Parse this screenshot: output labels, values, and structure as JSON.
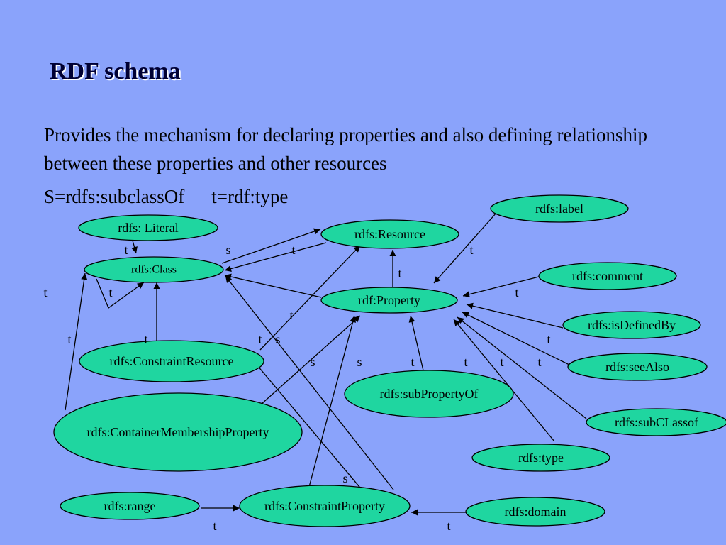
{
  "slide": {
    "title": "RDF schema",
    "body": "Provides the mechanism for declaring properties and also defining relationship between these properties and other resources",
    "legend": {
      "subclass": "S=rdfs:subclassOf",
      "type": "t=rdf:type"
    }
  },
  "colors": {
    "background": "#8aa3fb",
    "node_fill": "#1fd6a0",
    "edge": "#000000"
  },
  "diagram": {
    "nodes": [
      {
        "id": "literal",
        "label": "rdfs: Literal"
      },
      {
        "id": "class",
        "label": "rdfs:Class"
      },
      {
        "id": "resource",
        "label": "rdfs:Resource"
      },
      {
        "id": "property",
        "label": "rdf:Property"
      },
      {
        "id": "label",
        "label": "rdfs:label"
      },
      {
        "id": "comment",
        "label": "rdfs:comment"
      },
      {
        "id": "isdefinedby",
        "label": "rdfs:isDefinedBy"
      },
      {
        "id": "seealso",
        "label": "rdfs:seeAlso"
      },
      {
        "id": "subclassof",
        "label": "rdfs:subCLassof"
      },
      {
        "id": "type",
        "label": "rdfs:type"
      },
      {
        "id": "constraintresource",
        "label": "rdfs:ConstraintResource"
      },
      {
        "id": "subpropertyof",
        "label": "rdfs:subPropertyOf"
      },
      {
        "id": "containermembershipproperty",
        "label": "rdfs:ContainerMembershipProperty"
      },
      {
        "id": "range",
        "label": "rdfs:range"
      },
      {
        "id": "constraintproperty",
        "label": "rdfs:ConstraintProperty"
      },
      {
        "id": "domain",
        "label": "rdfs:domain"
      }
    ],
    "edge_labels": [
      {
        "id": "literal-t",
        "text": "t"
      },
      {
        "id": "class-resource-s",
        "text": "s"
      },
      {
        "id": "resource-class-t",
        "text": "t"
      },
      {
        "id": "label-t",
        "text": "t"
      },
      {
        "id": "property-resource-t",
        "text": "t"
      },
      {
        "id": "cmp-self-t",
        "text": "t"
      },
      {
        "id": "class-self-t",
        "text": "t"
      },
      {
        "id": "comment-t",
        "text": "t"
      },
      {
        "id": "cr-resource-t",
        "text": "t"
      },
      {
        "id": "cmp-class-t",
        "text": "t"
      },
      {
        "id": "cr-class-t",
        "text": "t"
      },
      {
        "id": "cp-class-t",
        "text": "t"
      },
      {
        "id": "cp-cr-s",
        "text": "s"
      },
      {
        "id": "isdefinedby-t",
        "text": "t"
      },
      {
        "id": "cmp-property-s",
        "text": "s"
      },
      {
        "id": "cp-property-s",
        "text": "s"
      },
      {
        "id": "subpropertyof-t",
        "text": "t"
      },
      {
        "id": "seealso-t",
        "text": "t"
      },
      {
        "id": "subclassof-t",
        "text": "t"
      },
      {
        "id": "type-t",
        "text": "t"
      },
      {
        "id": "cp-s",
        "text": "s"
      },
      {
        "id": "range-t",
        "text": "t"
      },
      {
        "id": "domain-t",
        "text": "t"
      }
    ]
  }
}
